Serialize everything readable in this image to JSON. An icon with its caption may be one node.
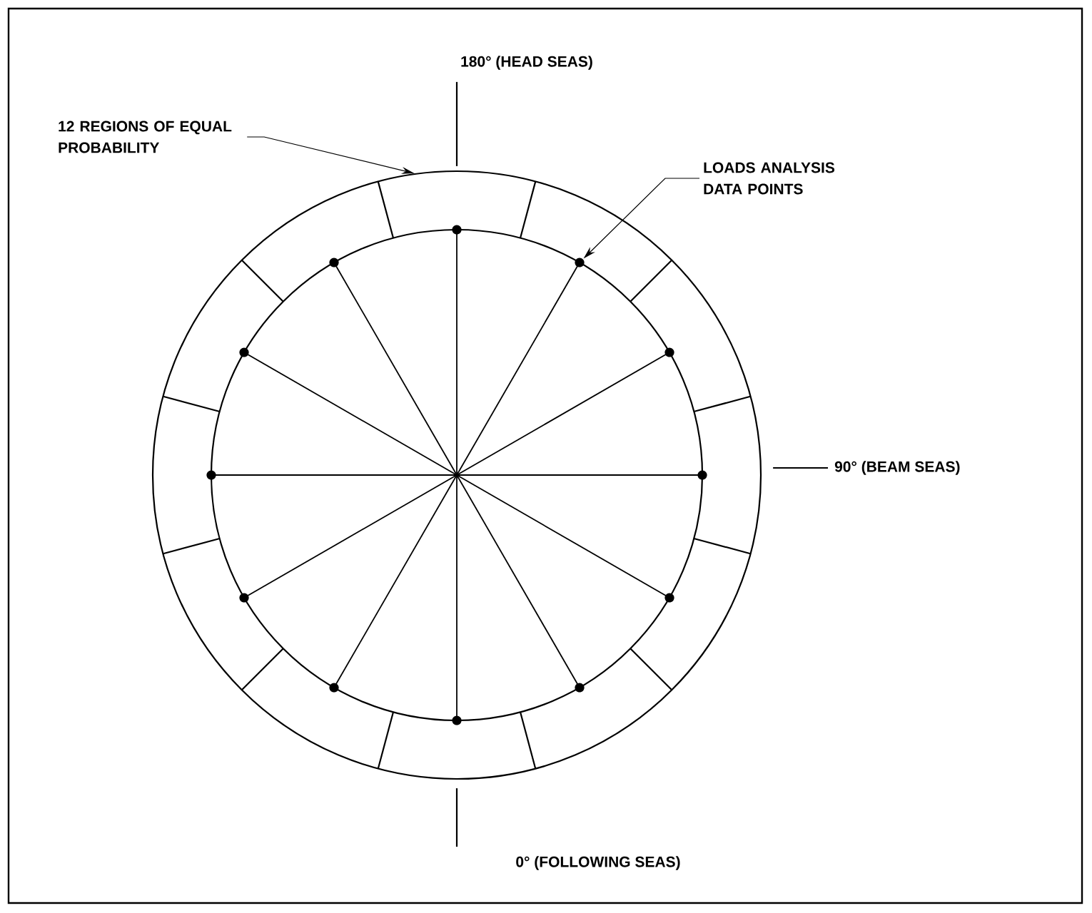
{
  "diagram": {
    "nodes": [
      {
        "text": [
          "12 REGIONS OF EQUAL PROBABILITY"
        ]
      },
      {
        "text": [
          "LOADS ANALYSIS DATA POINTS"
        ]
      },
      {
        "text": [
          "180° (HEAD SEAS)"
        ]
      },
      {
        "text": [
          "90° (BEAM SEAS)"
        ]
      },
      {
        "text": [
          "0° (FOLLOWING SEAS)"
        ]
      },
      {
        "text": [],
        "shape": "circle"
      },
      {
        "text": [],
        "shape": "circle",
        "in": 5
      }
    ],
    "edges": [
      {
        "from": 0,
        "to": 5,
        "arrow": "to"
      },
      {
        "from": 1,
        "to": 6,
        "arrow": "to"
      },
      {
        "from": 2,
        "to": 5,
        "arrow": "none"
      },
      {
        "from": 3,
        "to": 5,
        "arrow": "none"
      },
      {
        "from": 4,
        "to": 5,
        "arrow": "none"
      }
    ]
  }
}
